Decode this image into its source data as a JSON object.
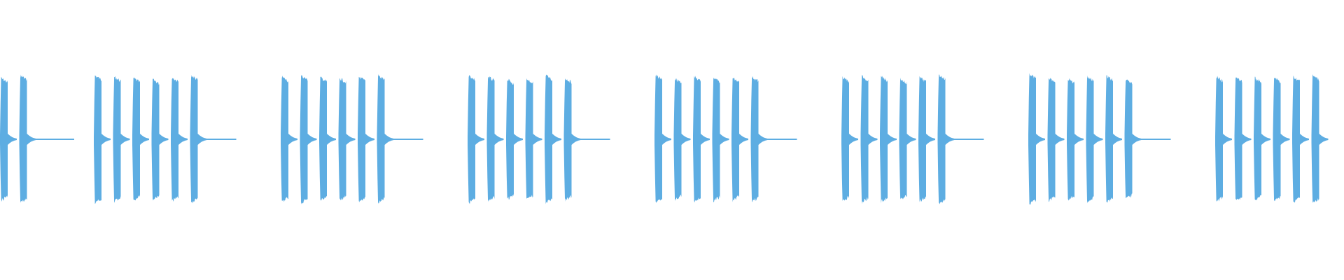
{
  "waveform": {
    "color": "#5dade2",
    "background": "#ffffff",
    "groups": [
      {
        "pulses": 2,
        "peaks": [
          0.92,
          0.96
        ],
        "tail": true
      },
      {
        "pulses": 6,
        "peaks": [
          0.96,
          0.94,
          0.92,
          0.9,
          0.93,
          0.96
        ],
        "tail": true
      },
      {
        "pulses": 6,
        "peaks": [
          0.94,
          0.96,
          0.93,
          0.92,
          0.94,
          0.96
        ],
        "tail": true
      },
      {
        "pulses": 6,
        "peaks": [
          0.96,
          0.94,
          0.9,
          0.91,
          0.96,
          0.92
        ],
        "tail": true
      },
      {
        "pulses": 6,
        "peaks": [
          0.96,
          0.91,
          0.94,
          0.93,
          0.92,
          0.94
        ],
        "tail": true
      },
      {
        "pulses": 6,
        "peaks": [
          0.93,
          0.95,
          0.94,
          0.91,
          0.93,
          0.97
        ],
        "tail": true
      },
      {
        "pulses": 6,
        "peaks": [
          0.98,
          0.93,
          0.91,
          0.94,
          0.95,
          0.9
        ],
        "tail": true
      },
      {
        "pulses": 6,
        "peaks": [
          0.94,
          0.93,
          0.92,
          0.93,
          0.94,
          0.96
        ],
        "tail": false
      }
    ]
  }
}
